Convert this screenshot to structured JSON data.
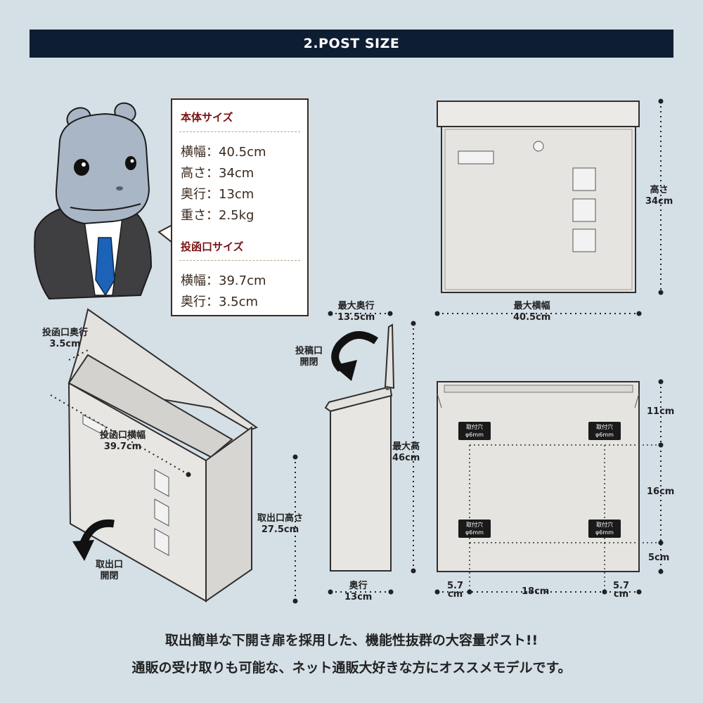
{
  "header": {
    "title": "2.POST SIZE"
  },
  "specs": {
    "body_heading": "本体サイズ",
    "body": [
      "横幅：40.5cm",
      "高さ：34cm",
      "奥行：13cm",
      "重さ：2.5kg"
    ],
    "slot_heading": "投函口サイズ",
    "slot": [
      "横幅：39.7cm",
      "奥行：3.5cm"
    ]
  },
  "front_view": {
    "height_label": "高さ",
    "height_value": "34cm",
    "width_label": "最大横幅",
    "width_value": "40.5cm"
  },
  "side_view": {
    "max_depth_label": "最大奥行",
    "max_depth_value": "13.5cm",
    "lid_label_1": "投稿口",
    "lid_label_2": "開閉",
    "max_height_label": "最大高",
    "max_height_value": "46cm",
    "depth_label": "奥行",
    "depth_value": "13cm"
  },
  "iso_view": {
    "slot_depth_label": "投函口奥行",
    "slot_depth_value": "3.5cm",
    "slot_width_label": "投函口横幅",
    "slot_width_value": "39.7cm",
    "outlet_height_label": "取出口高さ",
    "outlet_height_value": "27.5cm",
    "outlet_label_1": "取出口",
    "outlet_label_2": "開閉"
  },
  "back_view": {
    "hole_label": "取付穴",
    "hole_size": "φ6mm",
    "dim_top": "11cm",
    "dim_mid": "16cm",
    "dim_bottom": "5cm",
    "dim_left": "5.7",
    "dim_left_unit": "cm",
    "dim_center": "18cm",
    "dim_right": "5.7",
    "dim_right_unit": "cm"
  },
  "captions": {
    "line1": "取出簡単な下開き扉を採用した、機能性抜群の大容量ポスト!!",
    "line2": "通販の受け取りも可能な、ネット通販大好きな方にオススメモデルです。"
  }
}
